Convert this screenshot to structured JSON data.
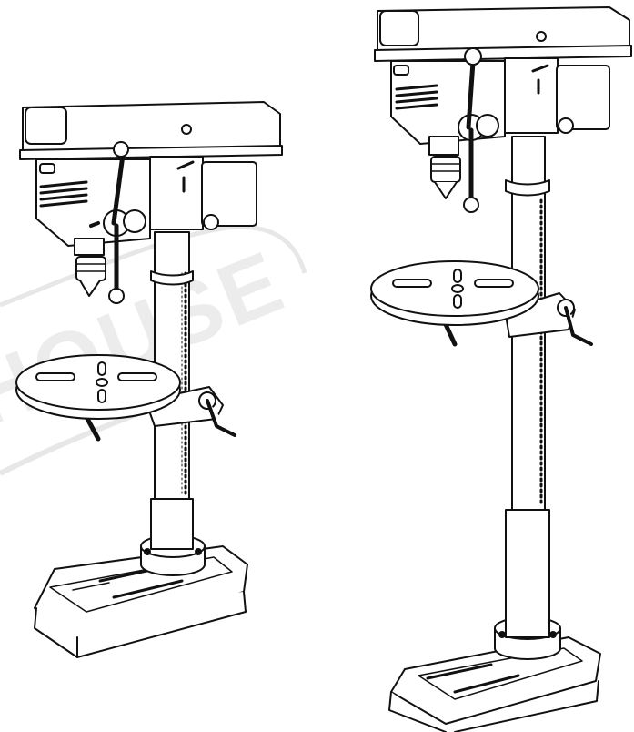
{
  "watermark": {
    "text": "HOUSE",
    "color": "#d9d9d9"
  },
  "colors": {
    "ink": "#111111",
    "paper": "#ffffff"
  },
  "subjects": [
    {
      "id": "bench-drill-press",
      "icon": "drill-press-bench"
    },
    {
      "id": "floor-drill-press",
      "icon": "drill-press-floor"
    }
  ]
}
